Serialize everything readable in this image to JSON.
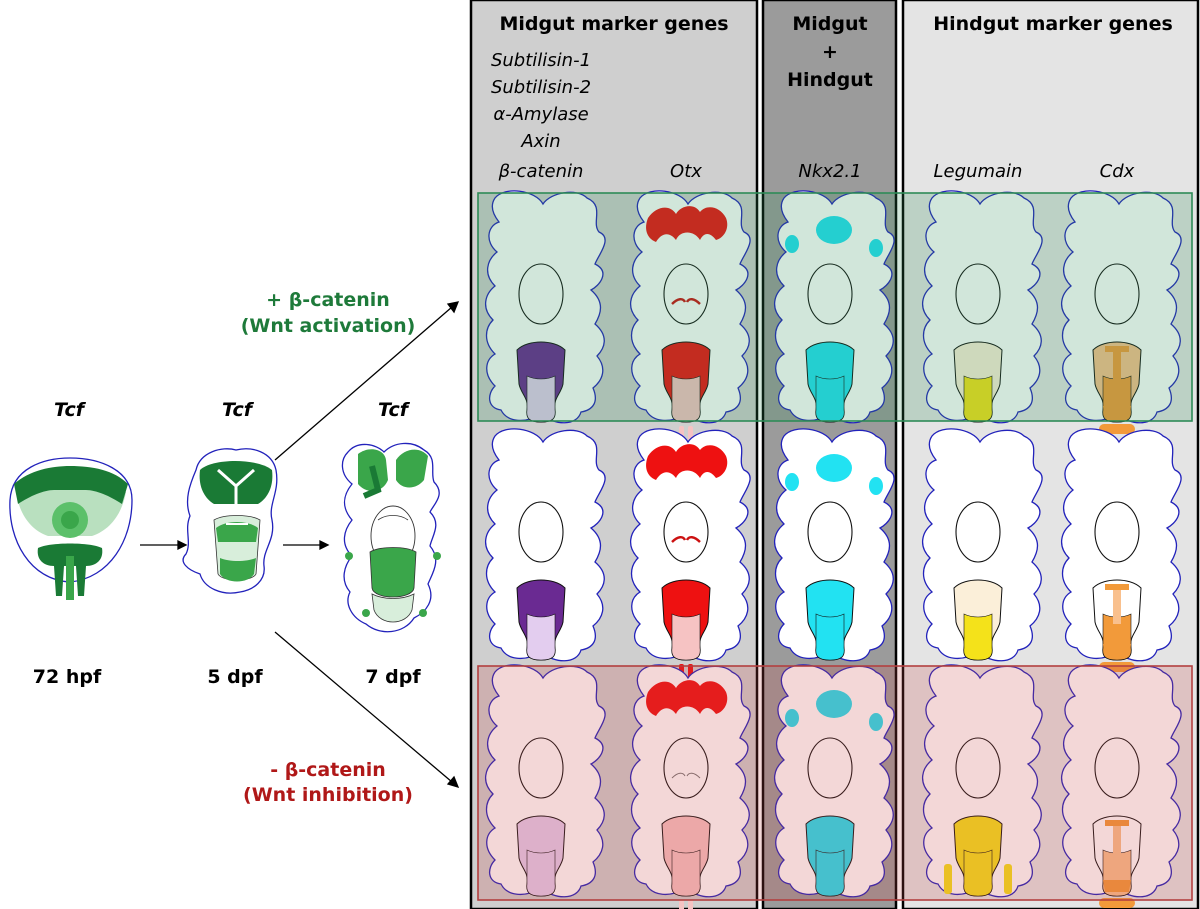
{
  "panels": {
    "midgut": {
      "header": "Midgut marker genes",
      "gene_list": [
        "Subtilisin-1",
        "Subtilisin-2",
        "α-Amylase",
        "Axin",
        "β-catenin"
      ],
      "second_gene": "Otx"
    },
    "both": {
      "header_lines": [
        "Midgut",
        "+",
        "Hindgut"
      ],
      "gene": "Nkx2.1"
    },
    "hindgut": {
      "header": "Hindgut marker genes",
      "genes": [
        "Legumain",
        "Cdx"
      ]
    }
  },
  "stages": [
    {
      "gene": "Tcf",
      "label": "72 hpf"
    },
    {
      "gene": "Tcf",
      "label": "5 dpf"
    },
    {
      "gene": "Tcf",
      "label": "7 dpf"
    }
  ],
  "conditions": {
    "activation": {
      "line1": "+ β-catenin",
      "line2": "(Wnt activation)",
      "color": "#1e7a3a"
    },
    "inhibition": {
      "line1": "- β-catenin",
      "line2": "(Wnt inhibition)",
      "color": "#b01818"
    }
  },
  "colors": {
    "outline": "#2222bb",
    "tcf_dark": "#1a7a35",
    "tcf_mid": "#3aa64a",
    "tcf_light": "#b9e0bf",
    "purple": "#6a2a92",
    "purple_light": "#e3cdef",
    "red": "#ee1111",
    "pink": "#f6c3c3",
    "cyan": "#22e2f2",
    "cream": "#fbefd9",
    "yellow": "#f4e21a",
    "orange": "#f29a3a",
    "orange_light": "#f9c08d",
    "green_band": "#2e8b57",
    "red_band": "#c94a4a"
  }
}
